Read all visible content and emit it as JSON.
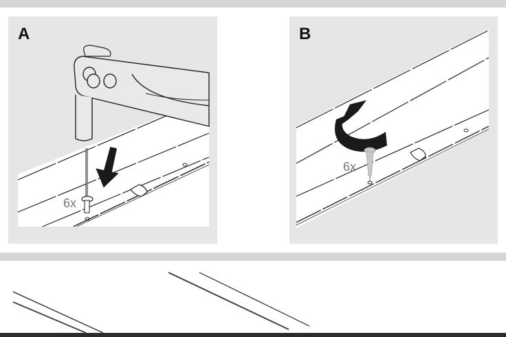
{
  "document": {
    "type": "assembly-instructions",
    "steps": [
      {
        "label": "A",
        "quantity": "6x",
        "action": "insert rivet with rivet tool",
        "icons": [
          "rivet-tool-icon",
          "down-arrow-icon",
          "rivet-icon"
        ]
      },
      {
        "label": "B",
        "quantity": "6x",
        "action": "rotate / turn fastener",
        "icons": [
          "rotate-arrow-icon",
          "screw-icon"
        ]
      }
    ]
  },
  "colors": {
    "panel_bg": "#e6e6e7",
    "band": "#d6d6d6",
    "line": "#222222",
    "bottom_bar": "#2b2b2b"
  }
}
